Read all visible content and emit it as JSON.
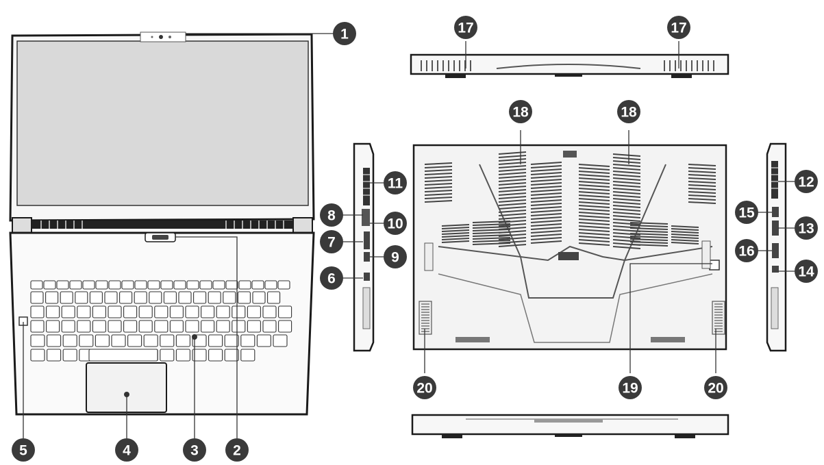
{
  "diagram": {
    "callouts": [
      {
        "id": "1",
        "label": "1"
      },
      {
        "id": "2",
        "label": "2"
      },
      {
        "id": "3",
        "label": "3"
      },
      {
        "id": "4",
        "label": "4"
      },
      {
        "id": "5",
        "label": "5"
      },
      {
        "id": "6",
        "label": "6"
      },
      {
        "id": "7",
        "label": "7"
      },
      {
        "id": "8",
        "label": "8"
      },
      {
        "id": "9",
        "label": "9"
      },
      {
        "id": "10",
        "label": "10"
      },
      {
        "id": "11",
        "label": "11"
      },
      {
        "id": "12",
        "label": "12"
      },
      {
        "id": "13",
        "label": "13"
      },
      {
        "id": "14",
        "label": "14"
      },
      {
        "id": "15",
        "label": "15"
      },
      {
        "id": "16",
        "label": "16"
      },
      {
        "id": "17a",
        "label": "17"
      },
      {
        "id": "17b",
        "label": "17"
      },
      {
        "id": "18a",
        "label": "18"
      },
      {
        "id": "18b",
        "label": "18"
      },
      {
        "id": "19",
        "label": "19"
      },
      {
        "id": "20a",
        "label": "20"
      },
      {
        "id": "20b",
        "label": "20"
      }
    ],
    "colors": {
      "outline": "#1a1a1a",
      "screen": "#d9d9d9",
      "callout_fill": "#3a3a3a",
      "body_fill": "#f4f4f4",
      "vent": "#555555"
    }
  }
}
